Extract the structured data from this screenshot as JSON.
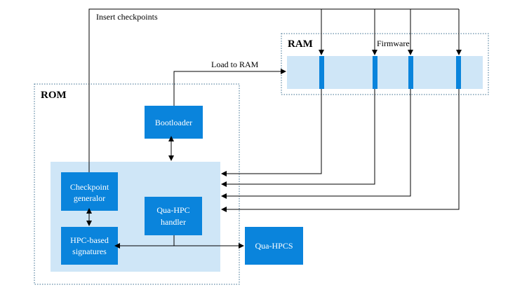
{
  "colors": {
    "accent": "#0a84dc",
    "region_fill": "#cfe6f7",
    "border_dotted": "#3a6e8f",
    "line": "#000000",
    "box_text": "#ffffff"
  },
  "regions": {
    "ram_title": "RAM",
    "rom_title": "ROM",
    "firmware_label": "Firmware"
  },
  "boxes": {
    "bootloader": "Bootloader",
    "checkpoint_generator_line1": "Checkpoint",
    "checkpoint_generator_line2": "generalor",
    "hpc_signatures_line1": "HPC-based",
    "hpc_signatures_line2": "signatures",
    "qua_hpc_handler_line1": "Qua-HPC",
    "qua_hpc_handler_line2": "handler",
    "qua_hpcs": "Qua-HPCS"
  },
  "annotations": {
    "insert_checkpoints": "Insert checkpoints",
    "load_to_ram": "Load to RAM"
  }
}
